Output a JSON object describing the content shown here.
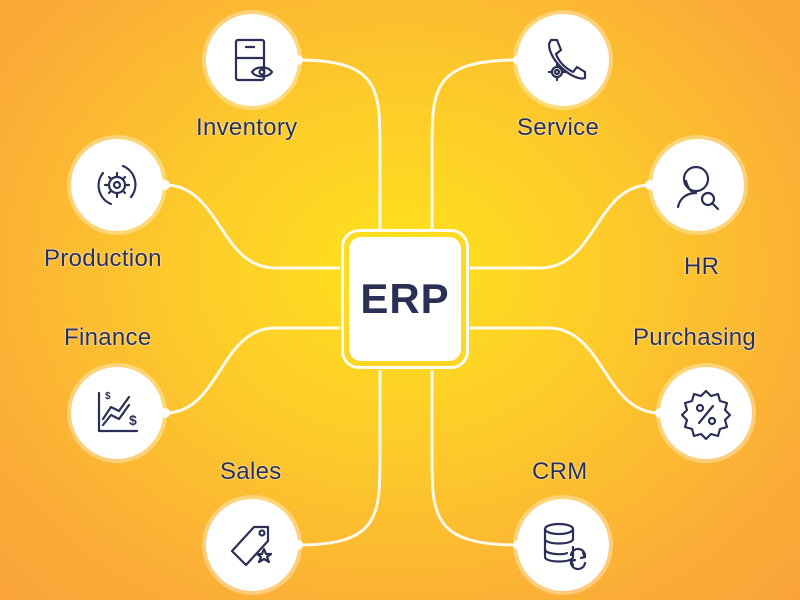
{
  "hub": {
    "label": "ERP"
  },
  "nodes": [
    {
      "id": "inventory",
      "label": "Inventory",
      "icon": "file-cabinet-eye-icon"
    },
    {
      "id": "service",
      "label": "Service",
      "icon": "phone-gear-icon"
    },
    {
      "id": "production",
      "label": "Production",
      "icon": "gear-cycle-icon"
    },
    {
      "id": "hr",
      "label": "HR",
      "icon": "user-search-icon"
    },
    {
      "id": "finance",
      "label": "Finance",
      "icon": "dollar-growth-chart-icon"
    },
    {
      "id": "purchasing",
      "label": "Purchasing",
      "icon": "discount-badge-icon"
    },
    {
      "id": "sales",
      "label": "Sales",
      "icon": "price-tag-star-icon"
    },
    {
      "id": "crm",
      "label": "CRM",
      "icon": "database-sync-icon"
    }
  ],
  "colors": {
    "text": "#2b2f55",
    "background_center": "#ffe21c",
    "background_edge": "#f9a23a",
    "node": "#ffffff"
  }
}
